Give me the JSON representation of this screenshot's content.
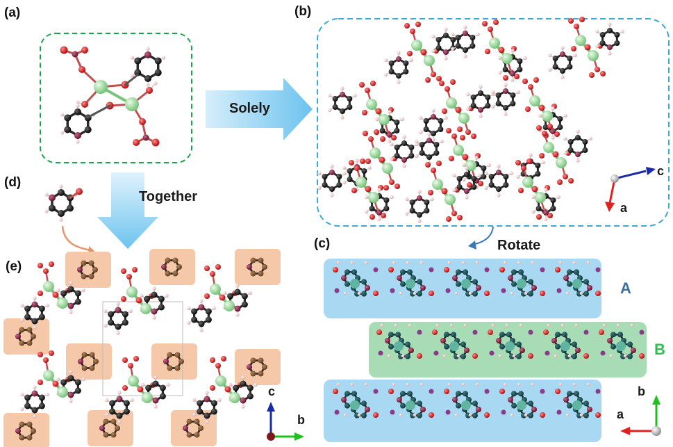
{
  "panels": {
    "a": "(a)",
    "b": "(b)",
    "c": "(c)",
    "d": "(d)",
    "e": "(e)"
  },
  "arrows": {
    "solely": "Solely",
    "together": "Together",
    "rotate": "Rotate"
  },
  "layers": {
    "a": {
      "label": "A",
      "color": "#3b6f9c",
      "fill": "#a9d8f2"
    },
    "b": {
      "label": "B",
      "color": "#2fbf52",
      "fill": "#a8dcb5"
    }
  },
  "axes_b": {
    "c": "c",
    "a": "a"
  },
  "axes_c": {
    "b": "b",
    "a": "a"
  },
  "axes_e": {
    "c": "c",
    "b": "b"
  },
  "colors": {
    "green_box": "#1aa34a",
    "blue_box": "#3aa9d8",
    "arrow_blue": "#8fd0f2",
    "ca_atom": "#a5e0a5",
    "oxygen": "#d81818",
    "carbon": "#1a1a1a",
    "nitrogen": "#8b1a3a",
    "hydrogen": "#f0c8c8",
    "pyridone_highlight": "#f4c8a8",
    "axis_red": "#e02020",
    "axis_blue": "#1a2aa8",
    "axis_green": "#20c020"
  }
}
